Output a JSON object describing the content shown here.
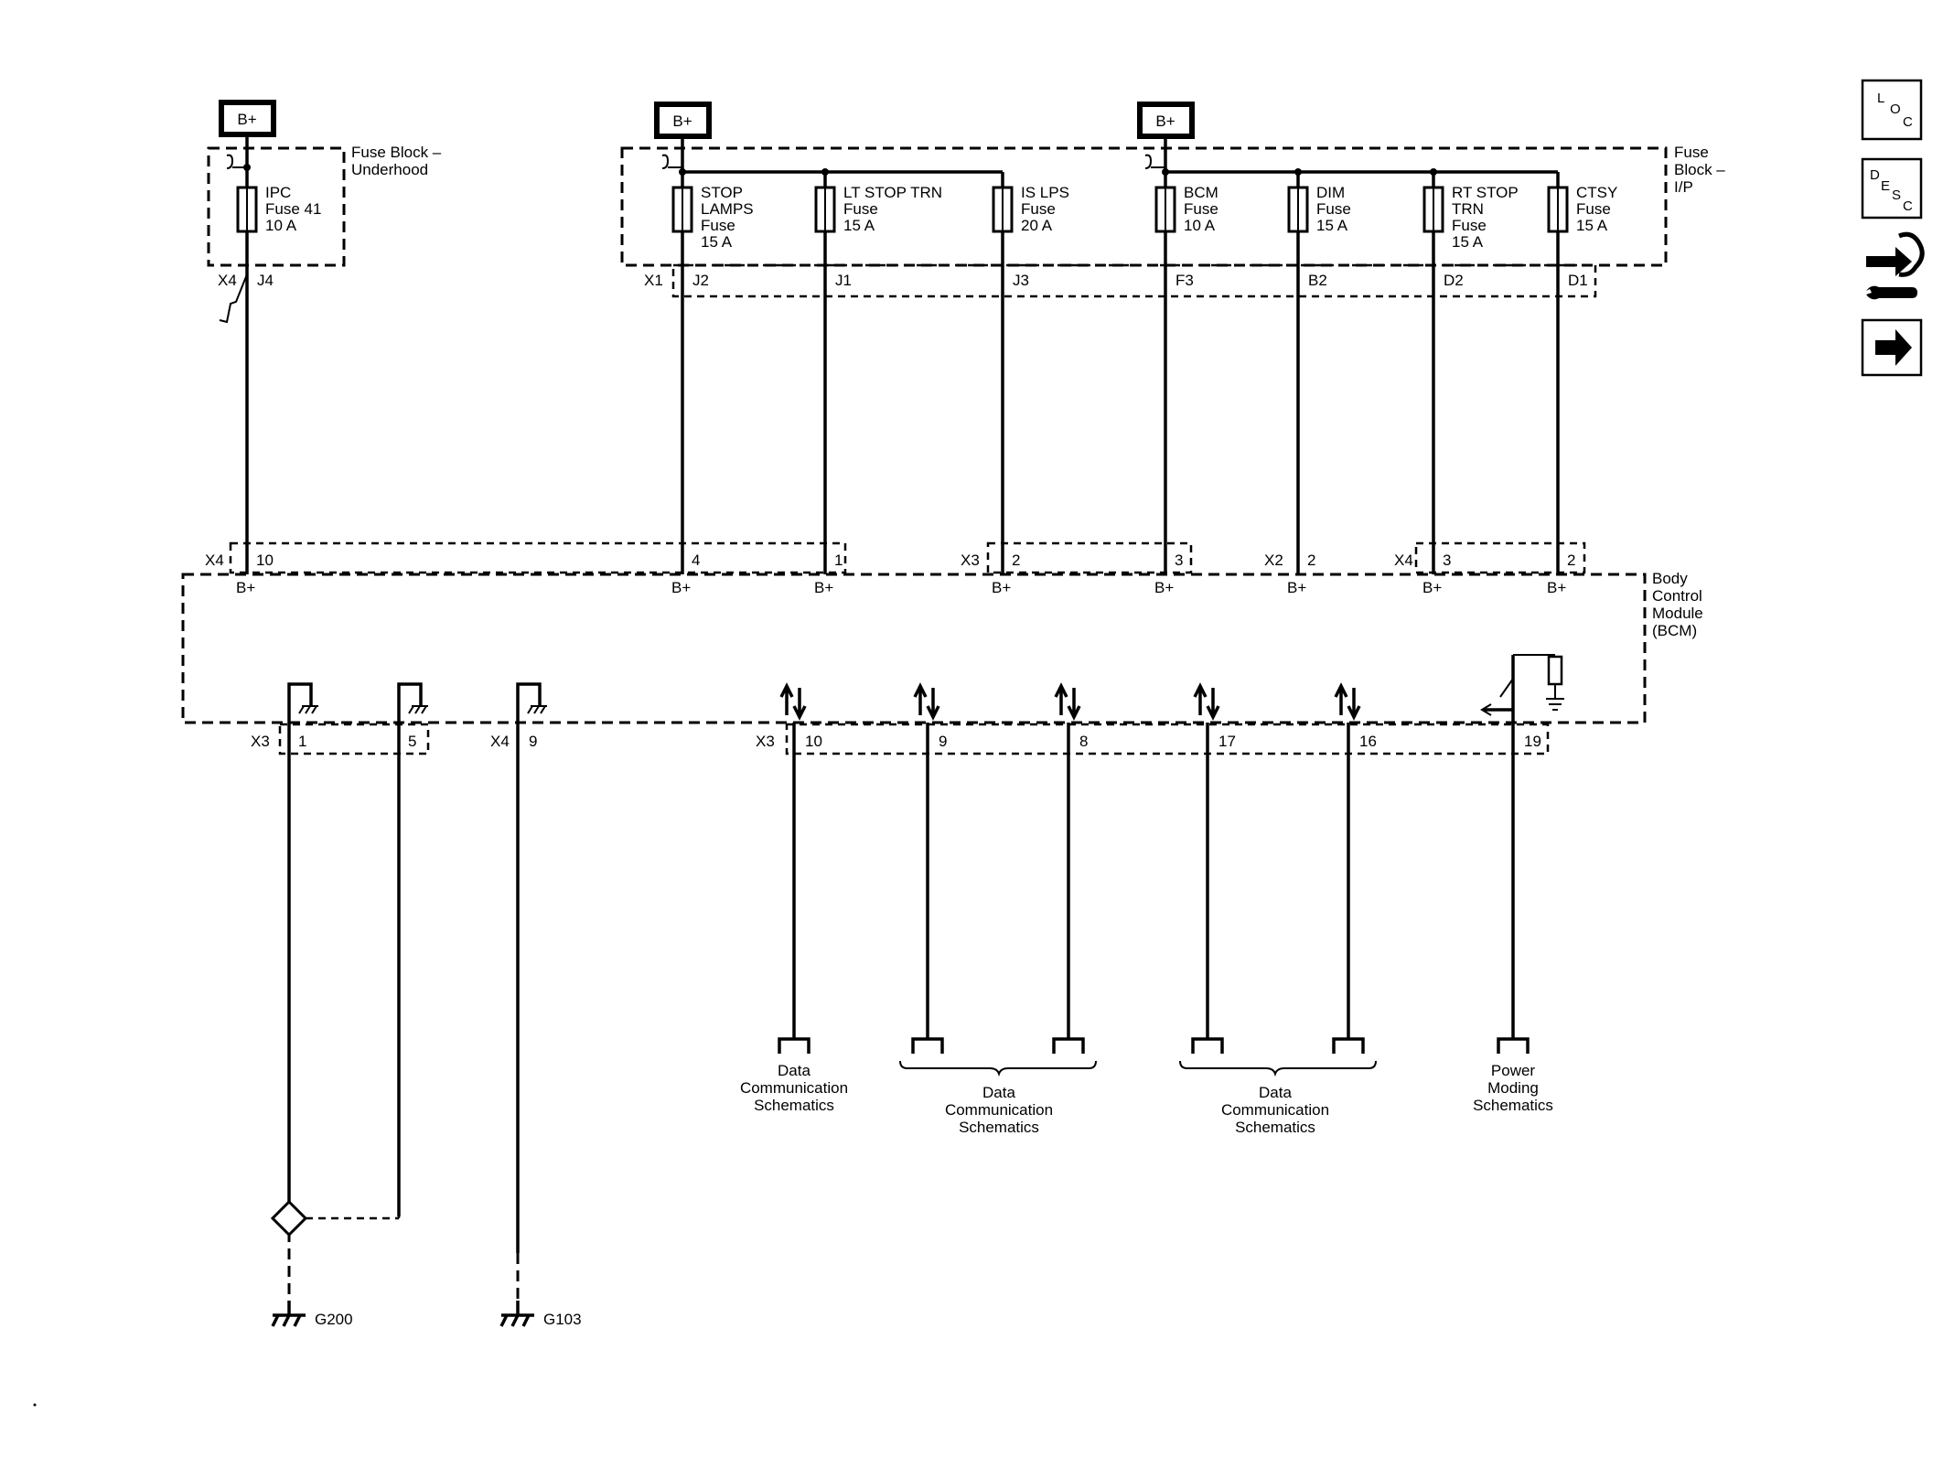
{
  "power": {
    "bplus": "B+"
  },
  "fuse_blocks": {
    "underhood": {
      "line1": "Fuse Block –",
      "line2": "Underhood"
    },
    "ip": {
      "line1": "Fuse",
      "line2": "Block –",
      "line3": "I/P"
    }
  },
  "fuses": {
    "ipc": [
      "IPC",
      "Fuse 41",
      "10 A"
    ],
    "stop_lamps": [
      "STOP",
      "LAMPS",
      "Fuse",
      "15 A"
    ],
    "lt_stop_trn": [
      "LT STOP TRN",
      "Fuse",
      "15 A"
    ],
    "is_lps": [
      "IS LPS",
      "Fuse",
      "20 A"
    ],
    "bcm": [
      "BCM",
      "Fuse",
      "10 A"
    ],
    "dim": [
      "DIM",
      "Fuse",
      "15 A"
    ],
    "rt_stop_trn": [
      "RT STOP",
      "TRN",
      "Fuse",
      "15 A"
    ],
    "ctsy": [
      "CTSY",
      "Fuse",
      "15 A"
    ]
  },
  "fuse_connectors": {
    "x4": "X4",
    "j4": "J4",
    "x1": "X1",
    "j2": "J2",
    "j1": "J1",
    "j3": "J3",
    "f3": "F3",
    "b2": "B2",
    "d2": "D2",
    "d1": "D1"
  },
  "bcm_top": {
    "x4a": "X4",
    "p10": "10",
    "p4": "4",
    "p1": "1",
    "x3": "X3",
    "p2a": "2",
    "p3a": "3",
    "x2": "X2",
    "p2b": "2",
    "x4b": "X4",
    "p3b": "3",
    "p2c": "2",
    "bplus": "B+"
  },
  "module": {
    "line1": "Body",
    "line2": "Control",
    "line3": "Module",
    "line4": "(BCM)"
  },
  "bcm_bottom": {
    "x3a": "X3",
    "p1": "1",
    "p5": "5",
    "x4": "X4",
    "p9": "9",
    "x3b": "X3",
    "p10": "10",
    "p9b": "9",
    "p8": "8",
    "p17": "17",
    "p16": "16",
    "p19": "19"
  },
  "destinations": {
    "data1": [
      "Data",
      "Communication",
      "Schematics"
    ],
    "data2": [
      "Data",
      "Communication",
      "Schematics"
    ],
    "data3": [
      "Data",
      "Communication",
      "Schematics"
    ],
    "power_moding": [
      "Power",
      "Moding",
      "Schematics"
    ]
  },
  "grounds": {
    "g200": "G200",
    "g103": "G103"
  },
  "nav": {
    "loc": [
      "L",
      "O",
      "C"
    ],
    "desc": [
      "D",
      "E",
      "S",
      "C"
    ]
  }
}
